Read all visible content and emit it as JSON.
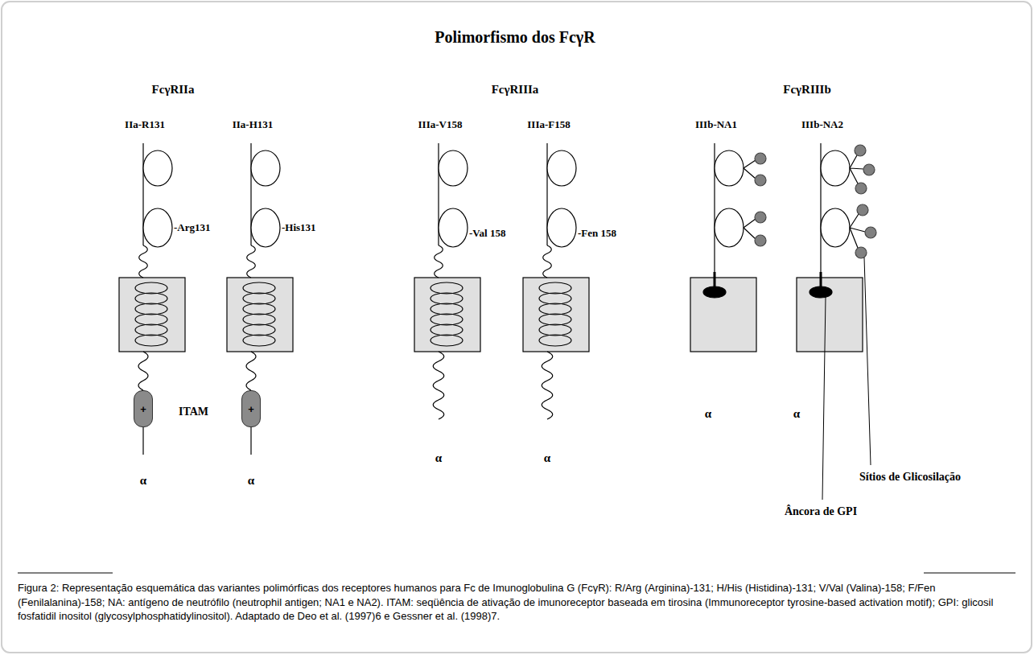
{
  "diagram": {
    "title": "Polimorfismo dos FcγR",
    "caption": "Figura 2: Representação esquemática das variantes polimórficas dos receptores humanos para Fc de Imunoglobulina G (FcγR): R/Arg (Arginina)-131; H/His (Histidina)-131; V/Val (Valina)-158; F/Fen (Fenilalanina)-158; NA: antígeno de neutrófilo (neutrophil antigen; NA1 e NA2). ITAM: seqüência de ativação de imunoreceptor baseada em tirosina (Immunoreceptor tyrosine-based activation motif); GPI: glicosil fosfatidil inositol (glycosylphosphatidylinositol). Adaptado de Deo et al. (1997)6 e Gessner et al. (1998)7.",
    "nodes": [
      {
        "text": [
          "+"
        ]
      },
      {
        "text": [
          "+"
        ]
      }
    ],
    "labels": [
      "FcγRIIa",
      "FcγRIIIa",
      "FcγRIIIb",
      "IIa-R131",
      "IIa-H131",
      "IIIa-V158",
      "IIIa-F158",
      "IIIb-NA1",
      "IIIb-NA2",
      "-Arg131",
      "-His131",
      "-Val 158",
      "-Fen 158",
      "ITAM",
      "α",
      "α",
      "α",
      "α",
      "α",
      "α",
      "Sítios de Glicosilação",
      "Âncora de GPI"
    ]
  }
}
